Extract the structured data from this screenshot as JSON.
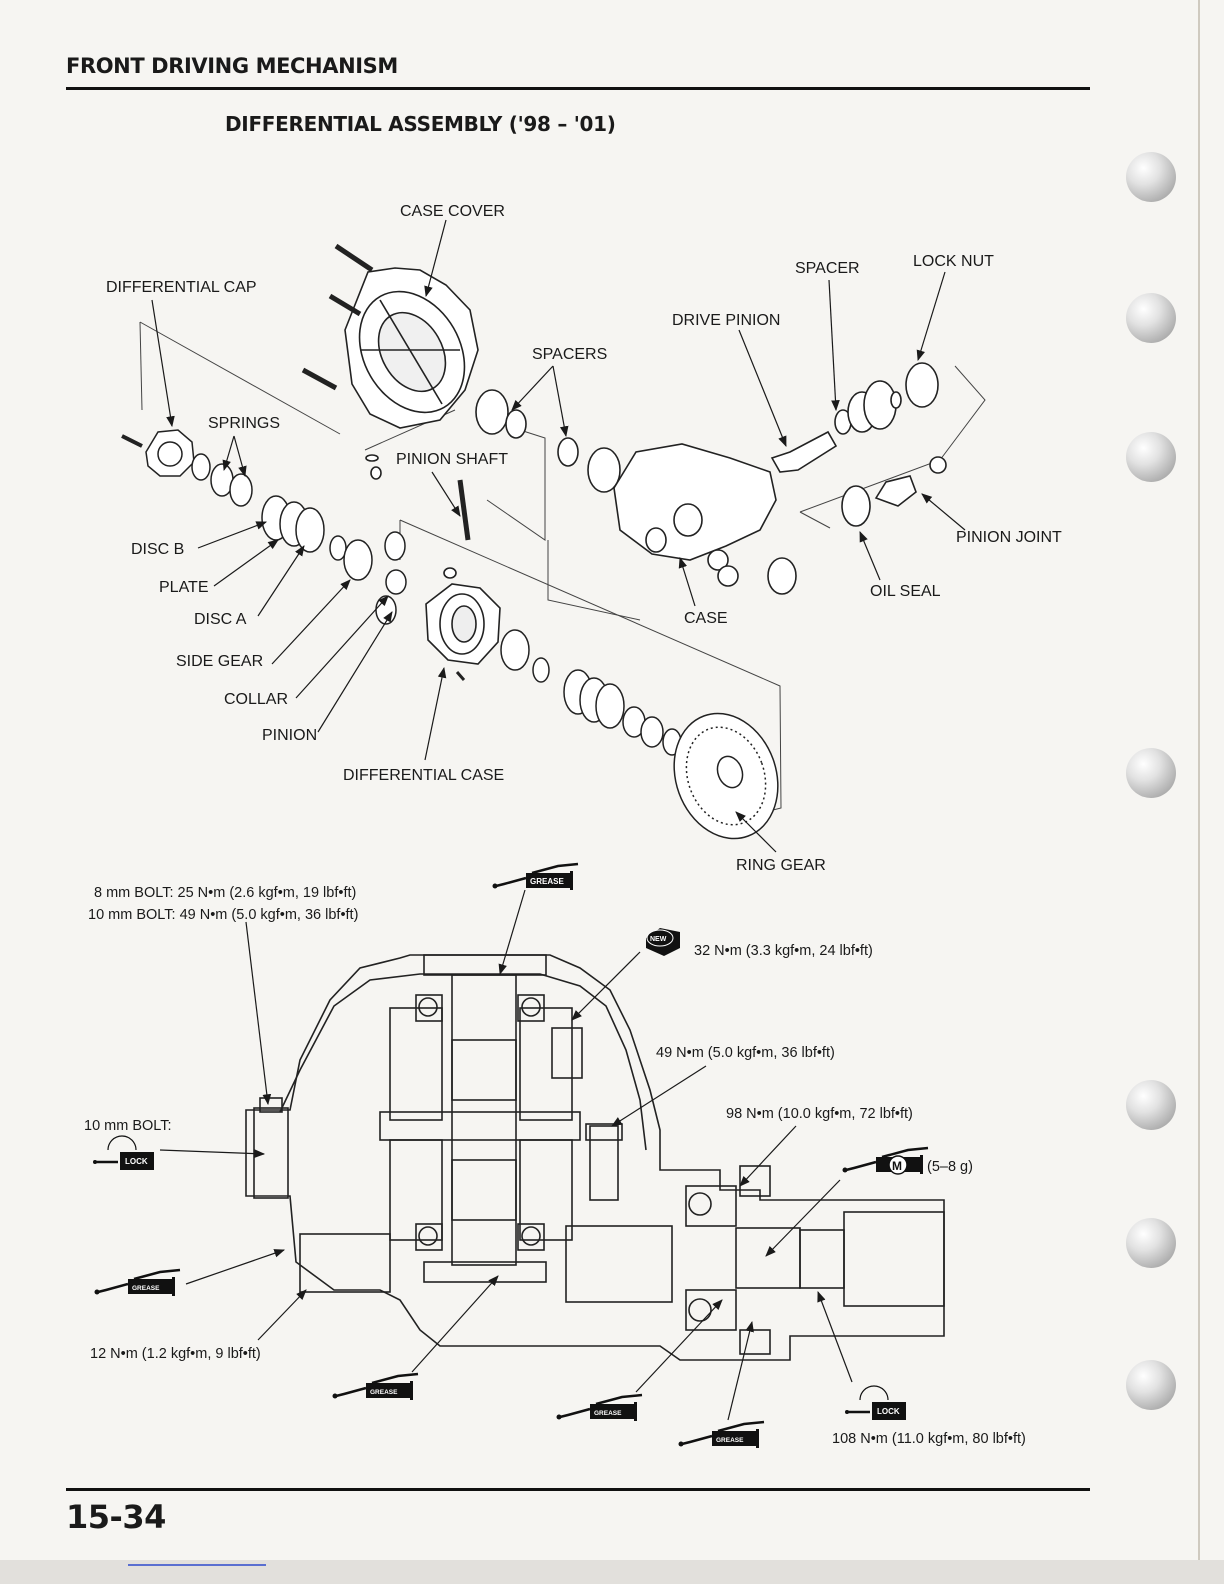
{
  "header": {
    "section_title": "FRONT DRIVING MECHANISM",
    "subtitle": "DIFFERENTIAL ASSEMBLY ('98 – '01)"
  },
  "exploded_view": {
    "labels": {
      "case_cover": "CASE COVER",
      "differential_cap": "DIFFERENTIAL CAP",
      "spacer": "SPACER",
      "lock_nut": "LOCK NUT",
      "drive_pinion": "DRIVE PINION",
      "spacers": "SPACERS",
      "springs": "SPRINGS",
      "pinion_shaft": "PINION SHAFT",
      "disc_b": "DISC B",
      "plate": "PLATE",
      "disc_a": "DISC A",
      "side_gear": "SIDE GEAR",
      "collar": "COLLAR",
      "pinion": "PINION",
      "differential_case": "DIFFERENTIAL CASE",
      "case": "CASE",
      "pinion_joint": "PINION JOINT",
      "oil_seal": "OIL SEAL",
      "ring_gear": "RING GEAR"
    }
  },
  "section_view": {
    "torque_bolts_line1": "8 mm BOLT: 25 N•m (2.6 kgf•m, 19 lbf•ft)",
    "torque_bolts_line2": "10 mm BOLT: 49 N•m (5.0 kgf•m, 36 lbf•ft)",
    "torque_new": "32 N•m (3.3 kgf•m, 24 lbf•ft)",
    "torque_49": "49 N•m (5.0 kgf•m, 36 lbf•ft)",
    "torque_98": "98 N•m (10.0 kgf•m, 72 lbf•ft)",
    "moly_amount": "(5–8 g)",
    "bolt_10mm": "10 mm BOLT:",
    "torque_12": "12 N•m (1.2 kgf•m, 9 lbf•ft)",
    "torque_108": "108 N•m (11.0 kgf•m, 80 lbf•ft)",
    "badge_grease": "GREASE",
    "badge_lock": "LOCK",
    "badge_new": "NEW",
    "badge_moly": "M"
  },
  "footer": {
    "page_number": "15-34"
  },
  "colors": {
    "ink": "#1a1a1a",
    "paper": "#f6f5f2",
    "badge": "#111111"
  },
  "icons": [
    "grease-gun-icon",
    "lock-icon",
    "new-part-icon",
    "moly-paste-icon",
    "section-tab-icon"
  ]
}
